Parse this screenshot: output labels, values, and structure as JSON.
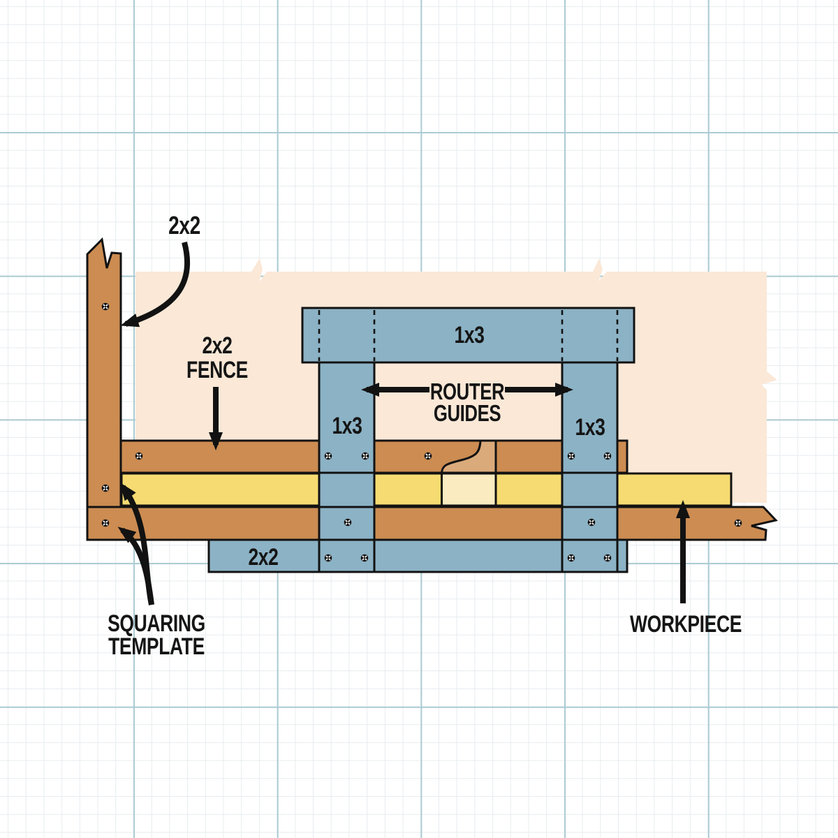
{
  "figure": {
    "type": "woodworking-diagram",
    "subject": "Squaring template with router guides, fence and workpiece"
  },
  "labels": {
    "template_post": "2x2",
    "fence": [
      "2x2",
      "FENCE"
    ],
    "top_rail": "1x3",
    "router_guides": [
      "ROUTER",
      "GUIDES"
    ],
    "left_guide": "1x3",
    "right_guide": "1x3",
    "bottom_rail": "2x2",
    "squaring_template": [
      "SQUARING",
      "TEMPLATE"
    ],
    "workpiece": "WORKPIECE"
  },
  "icons": {
    "screw": "phillips-screw-icon"
  },
  "colors": {
    "board_brown": "#CC8C52",
    "board_brown_light": "#DAAA7B",
    "workpiece_yellow": "#F5DB72",
    "workpiece_yellow_light": "#FAEBC0",
    "guide_blue": "#8CB2C5",
    "backdrop_peach": "#FBE8D7",
    "outline": "#121212",
    "grid_minor": "#E7ECEF",
    "grid_major": "#ABCBD2"
  }
}
